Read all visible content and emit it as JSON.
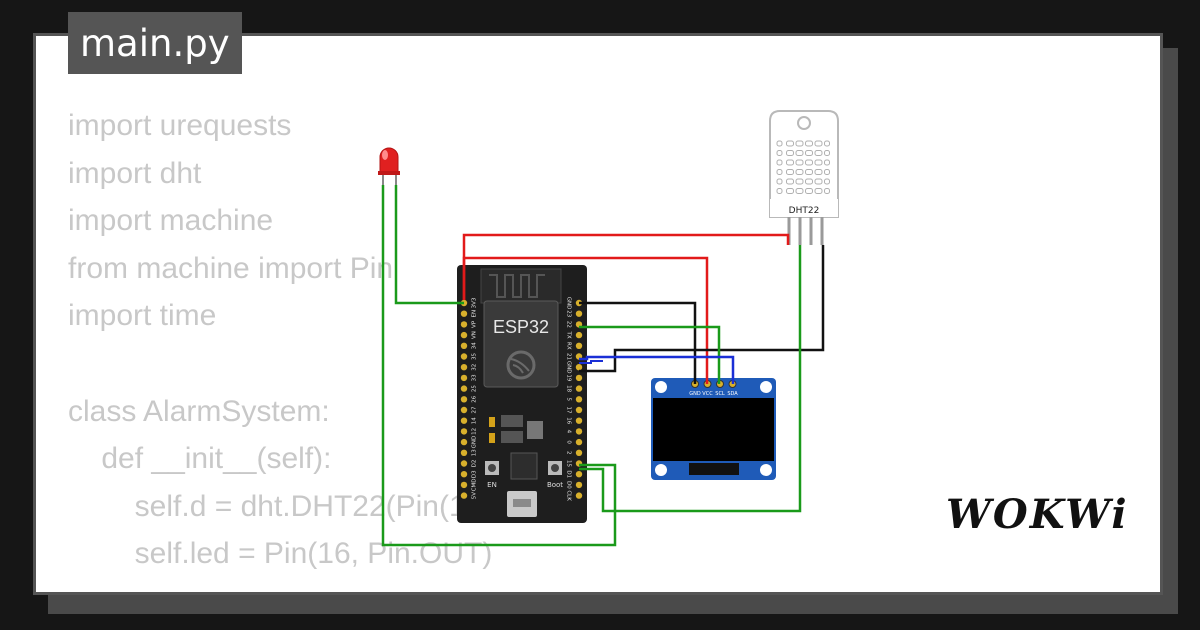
{
  "editor": {
    "filename": "main.py",
    "code_lines": [
      "import urequests",
      "import dht",
      "import machine",
      "from machine import Pin",
      "import time",
      "",
      "class AlarmSystem:",
      "    def __init__(self):",
      "        self.d = dht.DHT22(Pin(15))",
      "        self.led = Pin(16, Pin.OUT)"
    ]
  },
  "diagram": {
    "esp32": {
      "label": "ESP32",
      "left_pins": [
        "3V3",
        "EN",
        "VP",
        "VN",
        "34",
        "35",
        "32",
        "33",
        "25",
        "26",
        "27",
        "14",
        "12",
        "GND",
        "13",
        "D2",
        "D3",
        "CMD",
        "5V"
      ],
      "right_pins": [
        "GND",
        "23",
        "22",
        "TX",
        "RX",
        "21",
        "GND",
        "19",
        "18",
        "5",
        "17",
        "16",
        "4",
        "0",
        "2",
        "15",
        "D1",
        "D0",
        "CLK"
      ],
      "buttons": [
        "EN",
        "Boot"
      ]
    },
    "dht22": {
      "label": "DHT22"
    },
    "oled": {
      "pins": [
        "GND",
        "VCC",
        "SCL",
        "SDA"
      ]
    },
    "wire_colors": {
      "power": "#e21a1a",
      "ground": "#111111",
      "signal": "#1a9a1a",
      "i2c": "#1a2fd6"
    }
  },
  "brand": {
    "logo_text": "WOKWi"
  },
  "colors": {
    "background": "#161616",
    "card": "#ffffff",
    "tab": "#555555",
    "code_text": "#c8c8c8",
    "board": "#1e1e1e",
    "oled_board": "#1f5bb8",
    "led": "#e02020"
  }
}
